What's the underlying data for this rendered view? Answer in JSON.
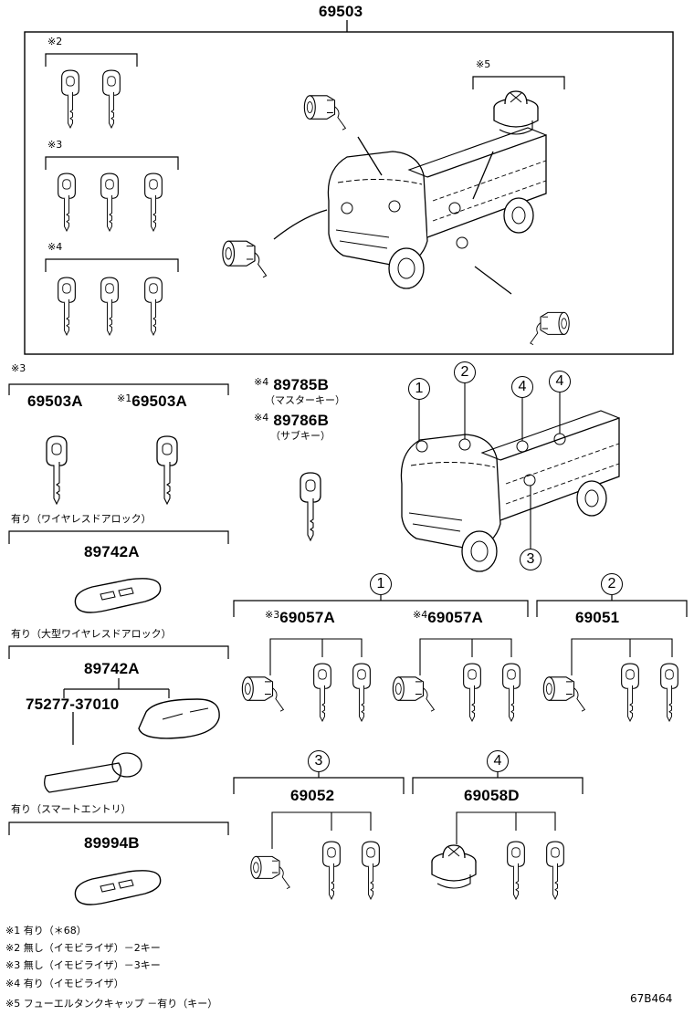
{
  "top_part": "69503",
  "marks": {
    "k2": "※2",
    "k3": "※3",
    "k4": "※4",
    "k5": "※5",
    "k3b": "※3",
    "k1": "※1",
    "k4a": "※4",
    "k4b": "※4",
    "k3c": "※3",
    "k4c": "※4"
  },
  "part_numbers": {
    "p69503A_left": "69503A",
    "p69503A_right": "69503A",
    "p89785B": "89785B",
    "p89786B": "89786B",
    "p89742A_1": "89742A",
    "p89742A_2": "89742A",
    "p75277": "75277-37010",
    "p89994B": "89994B",
    "p69057A_1": "69057A",
    "p69057A_2": "69057A",
    "p69051": "69051",
    "p69052": "69052",
    "p69058D": "69058D"
  },
  "labels": {
    "master_key": "（マスターキー）",
    "sub_key": "（サブキー）",
    "wireless_door_lock": "有り（ワイヤレスドアロック）",
    "large_wireless_door_lock": "有り（大型ワイヤレスドアロック）",
    "smart_entry": "有り（スマートエントリ）"
  },
  "callouts": [
    "1",
    "2",
    "3",
    "4"
  ],
  "footnotes": [
    "※1 有り（＊68）",
    "※2 無し（イモビライザ）－2キー",
    "※3 無し（イモビライザ）－3キー",
    "※4 有り（イモビライザ）",
    "※5 フューエルタンクキャップ －有り（キー）"
  ],
  "drawing_code": "67B464"
}
